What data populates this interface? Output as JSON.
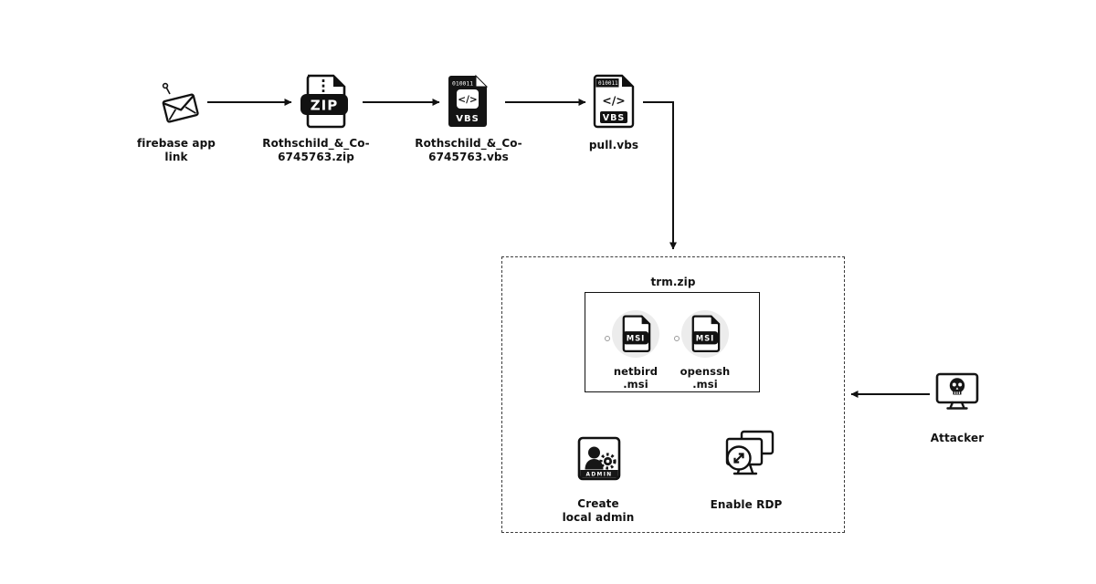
{
  "nodes": {
    "email": {
      "label": "firebase app\nlink"
    },
    "zip": {
      "label": "Rothschild_&_Co-\n6745763.zip",
      "icon_text": "ZIP"
    },
    "vbs1": {
      "label": "Rothschild_&_Co-\n6745763.vbs",
      "icon_header": "010011",
      "icon_code": "</>",
      "icon_badge": "VBS"
    },
    "vbs2": {
      "label": "pull.vbs",
      "icon_header": "010011",
      "icon_code": "</>",
      "icon_badge": "VBS"
    },
    "trm": {
      "label": "trm.zip"
    },
    "netbird": {
      "label": "netbird\n.msi",
      "icon_text": "MSI"
    },
    "openssh": {
      "label": "openssh\n.msi",
      "icon_text": "MSI"
    },
    "admin": {
      "label": "Create\nlocal admin",
      "icon_text": "ADMIN"
    },
    "rdp": {
      "label": "Enable RDP"
    },
    "attacker": {
      "label": "Attacker"
    }
  },
  "colors": {
    "ink": "#111111",
    "background": "#ffffff",
    "icon_circle": "#ececec"
  }
}
